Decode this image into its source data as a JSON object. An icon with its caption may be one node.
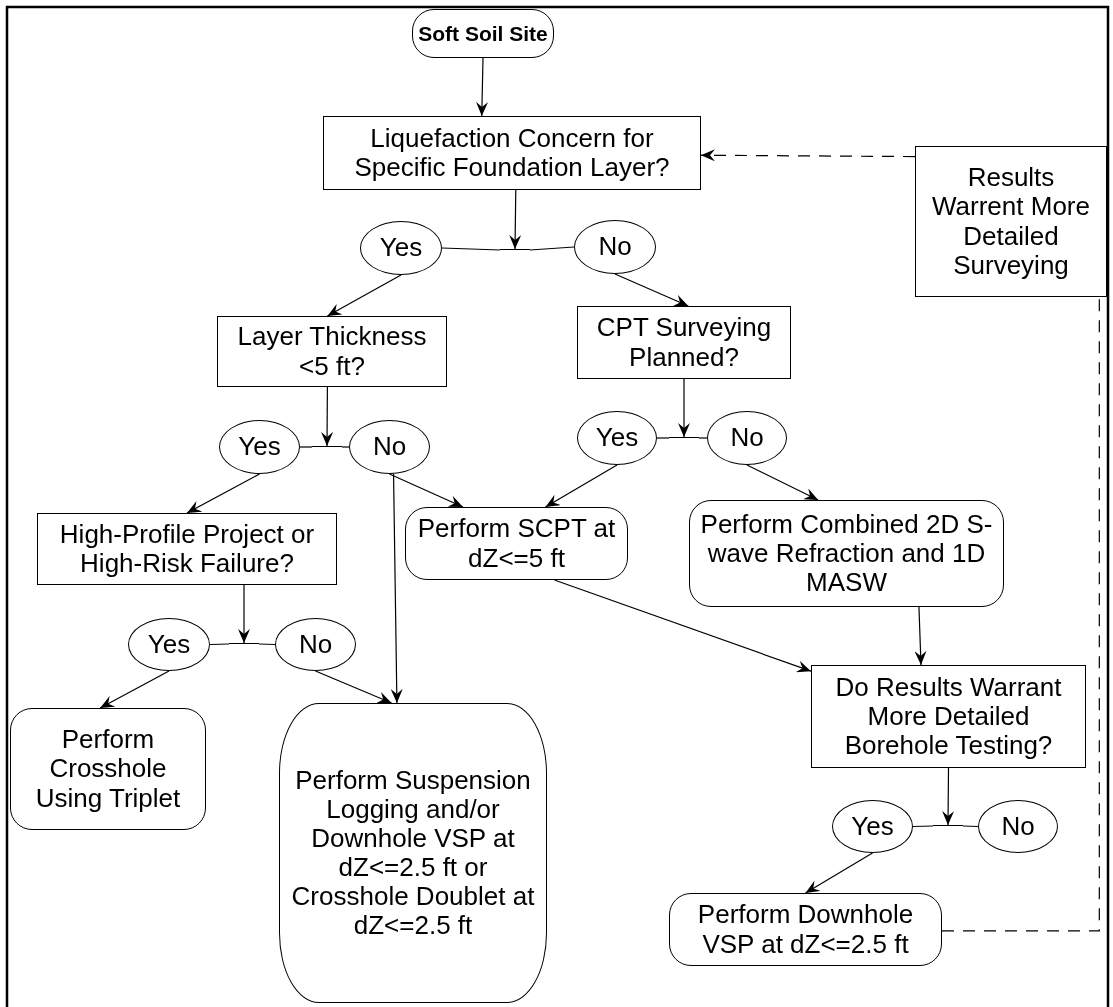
{
  "diagram": {
    "nodes": [
      {
        "text": [
          "Soft Soil Site"
        ]
      },
      {
        "text": [
          "Liquefaction Concern for Specific Foundation Layer?"
        ]
      },
      {
        "text": [
          "Yes"
        ]
      },
      {
        "text": [
          "No"
        ]
      },
      {
        "text": [
          "Results Warrent More Detailed Surveying"
        ]
      },
      {
        "text": [
          "Layer Thickness <5 ft?"
        ]
      },
      {
        "text": [
          "CPT Surveying Planned?"
        ]
      },
      {
        "text": [
          "Yes"
        ]
      },
      {
        "text": [
          "No"
        ]
      },
      {
        "text": [
          "Yes"
        ]
      },
      {
        "text": [
          "No"
        ]
      },
      {
        "text": [
          "High-Profile Project or High-Risk Failure?"
        ]
      },
      {
        "text": [
          "Perform SCPT at dZ<=5 ft"
        ]
      },
      {
        "text": [
          "Perform Combined 2D S-wave Refraction and 1D MASW"
        ]
      },
      {
        "text": [
          "Yes"
        ]
      },
      {
        "text": [
          "No"
        ]
      },
      {
        "text": [
          "Perform Crosshole Using Triplet"
        ]
      },
      {
        "text": [
          "Perform Suspension Logging and/or Downhole VSP at dZ<=2.5 ft or Crosshole Doublet at dZ<=2.5 ft"
        ]
      },
      {
        "text": [
          "Do Results Warrant More Detailed Borehole Testing?"
        ]
      },
      {
        "text": [
          "Yes"
        ]
      },
      {
        "text": [
          "No"
        ]
      },
      {
        "text": [
          "Perform Downhole VSP at dZ<=2.5 ft"
        ]
      },
      {
        "text": [],
        "shape": "bar"
      },
      {
        "text": [],
        "shape": "bar"
      },
      {
        "text": [],
        "shape": "bar"
      },
      {
        "text": [],
        "shape": "bar"
      },
      {
        "text": [],
        "shape": "bar"
      }
    ],
    "edges": [
      {
        "from": 0,
        "to": 1,
        "arrow": "to"
      },
      {
        "from": 1,
        "to": 22,
        "arrow": "to"
      },
      {
        "from": 22,
        "to": 2,
        "arrow": "none"
      },
      {
        "from": 22,
        "to": 3,
        "arrow": "none"
      },
      {
        "from": 2,
        "to": 5,
        "arrow": "to"
      },
      {
        "from": 3,
        "to": 6,
        "arrow": "to"
      },
      {
        "from": 5,
        "to": 23,
        "arrow": "to"
      },
      {
        "from": 23,
        "to": 7,
        "arrow": "none"
      },
      {
        "from": 23,
        "to": 8,
        "arrow": "none"
      },
      {
        "from": 6,
        "to": 24,
        "arrow": "to"
      },
      {
        "from": 24,
        "to": 9,
        "arrow": "none"
      },
      {
        "from": 24,
        "to": 10,
        "arrow": "none"
      },
      {
        "from": 7,
        "to": 11,
        "arrow": "to"
      },
      {
        "from": 8,
        "to": 12,
        "arrow": "to"
      },
      {
        "from": 8,
        "to": 17,
        "arrow": "to"
      },
      {
        "from": 9,
        "to": 12,
        "arrow": "to"
      },
      {
        "from": 10,
        "to": 13,
        "arrow": "to"
      },
      {
        "from": 11,
        "to": 25,
        "arrow": "to"
      },
      {
        "from": 25,
        "to": 14,
        "arrow": "none"
      },
      {
        "from": 25,
        "to": 15,
        "arrow": "none"
      },
      {
        "from": 12,
        "to": 18,
        "arrow": "to"
      },
      {
        "from": 13,
        "to": 18,
        "arrow": "to"
      },
      {
        "from": 14,
        "to": 16,
        "arrow": "to"
      },
      {
        "from": 15,
        "to": 17,
        "arrow": "to"
      },
      {
        "from": 18,
        "to": 26,
        "arrow": "to"
      },
      {
        "from": 26,
        "to": 19,
        "arrow": "none"
      },
      {
        "from": 26,
        "to": 20,
        "arrow": "none"
      },
      {
        "from": 19,
        "to": 21,
        "arrow": "to"
      },
      {
        "from": 21,
        "to": 4,
        "arrow": "none",
        "style": "dashed"
      },
      {
        "from": 4,
        "to": 1,
        "arrow": "to",
        "style": "dashed"
      }
    ]
  }
}
